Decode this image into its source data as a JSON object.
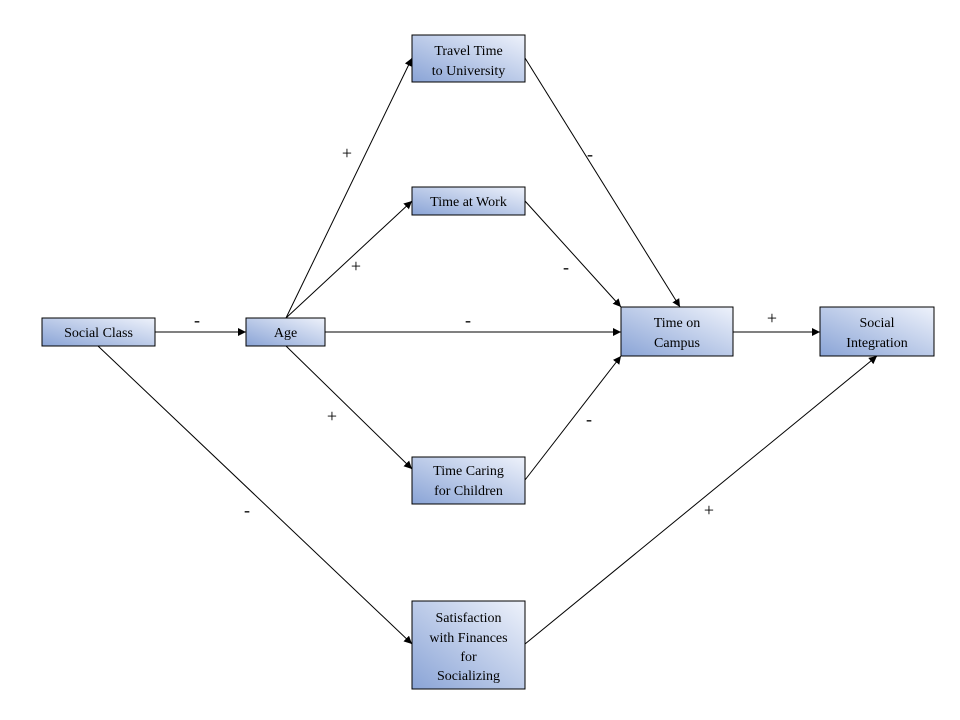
{
  "nodes": {
    "social_class": {
      "lines": [
        "Social Class"
      ]
    },
    "age": {
      "lines": [
        "Age"
      ]
    },
    "travel_time": {
      "lines": [
        "Travel Time",
        "to University"
      ]
    },
    "time_at_work": {
      "lines": [
        "Time at Work"
      ]
    },
    "time_caring": {
      "lines": [
        "Time Caring",
        "for Children"
      ]
    },
    "satisfaction": {
      "lines": [
        "Satisfaction",
        "with Finances",
        "for",
        "Socializing"
      ]
    },
    "time_on_campus": {
      "lines": [
        "Time on",
        "Campus"
      ]
    },
    "social_integration": {
      "lines": [
        "Social",
        "Integration"
      ]
    }
  },
  "edges": {
    "social_class_to_age": {
      "sign": "-"
    },
    "age_to_travel": {
      "sign": "+"
    },
    "age_to_work": {
      "sign": "+"
    },
    "age_to_campus": {
      "sign": "-"
    },
    "age_to_caring": {
      "sign": "+"
    },
    "travel_to_campus": {
      "sign": "-"
    },
    "work_to_campus": {
      "sign": "-"
    },
    "caring_to_campus": {
      "sign": "-"
    },
    "campus_to_integration": {
      "sign": "+"
    },
    "social_class_to_satisfaction": {
      "sign": "-"
    },
    "satisfaction_to_integration": {
      "sign": "+"
    }
  },
  "colors": {
    "box_fill_start": "#8aa4d6",
    "box_fill_end": "#eef2fb",
    "box_stroke": "#000000",
    "line": "#000000"
  }
}
